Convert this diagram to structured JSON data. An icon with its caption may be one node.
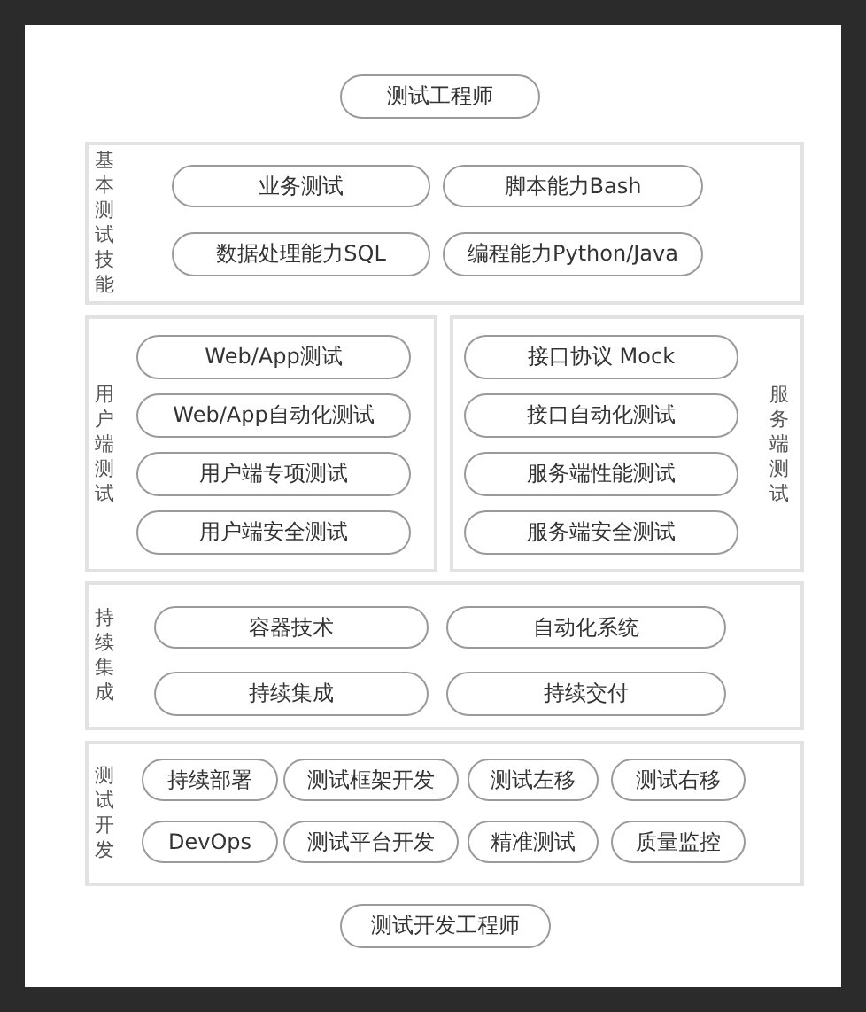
{
  "diagram": {
    "nodes": [
      {
        "text": [
          "测试工程师"
        ]
      },
      {
        "text": [
          "基本测试技能"
        ]
      },
      {
        "text": [
          "业务测试"
        ],
        "in": 1
      },
      {
        "text": [
          "脚本能力Bash"
        ],
        "in": 1
      },
      {
        "text": [
          "数据处理能力SQL"
        ],
        "in": 1
      },
      {
        "text": [
          "编程能力Python/Java"
        ],
        "in": 1
      },
      {
        "text": [
          "用户端测试"
        ]
      },
      {
        "text": [
          "Web/App测试"
        ],
        "in": 6
      },
      {
        "text": [
          "Web/App自动化测试"
        ],
        "in": 6
      },
      {
        "text": [
          "用户端专项测试"
        ],
        "in": 6
      },
      {
        "text": [
          "用户端安全测试"
        ],
        "in": 6
      },
      {
        "text": [
          "服务端测试"
        ]
      },
      {
        "text": [
          "接口协议 Mock"
        ],
        "in": 11
      },
      {
        "text": [
          "接口自动化测试"
        ],
        "in": 11
      },
      {
        "text": [
          "服务端性能测试"
        ],
        "in": 11
      },
      {
        "text": [
          "服务端安全测试"
        ],
        "in": 11
      },
      {
        "text": [
          "持续集成"
        ]
      },
      {
        "text": [
          "容器技术"
        ],
        "in": 16
      },
      {
        "text": [
          "自动化系统"
        ],
        "in": 16
      },
      {
        "text": [
          "持续集成"
        ],
        "in": 16
      },
      {
        "text": [
          "持续交付"
        ],
        "in": 16
      },
      {
        "text": [
          "测试开发"
        ]
      },
      {
        "text": [
          "持续部署"
        ],
        "in": 21
      },
      {
        "text": [
          "测试框架开发"
        ],
        "in": 21
      },
      {
        "text": [
          "测试左移"
        ],
        "in": 21
      },
      {
        "text": [
          "测试右移"
        ],
        "in": 21
      },
      {
        "text": [
          "DevOps"
        ],
        "in": 21
      },
      {
        "text": [
          "测试平台开发"
        ],
        "in": 21
      },
      {
        "text": [
          "精准测试"
        ],
        "in": 21
      },
      {
        "text": [
          "质量监控"
        ],
        "in": 21
      },
      {
        "text": [
          "测试开发工程师"
        ]
      }
    ],
    "edges": []
  }
}
